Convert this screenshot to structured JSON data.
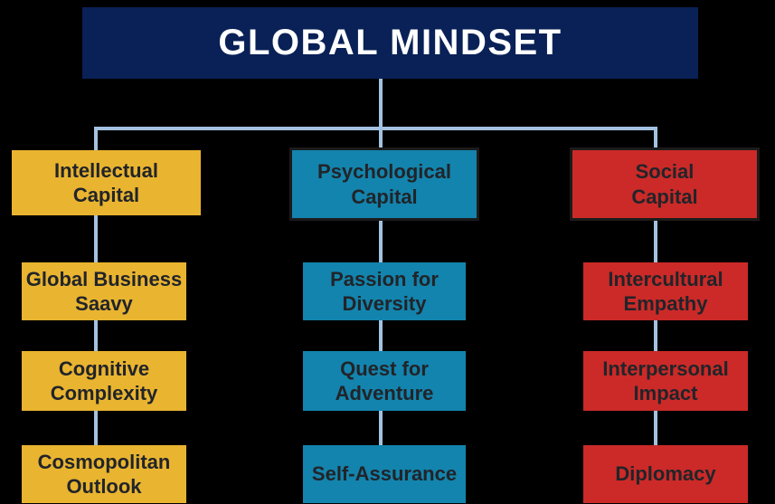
{
  "palette": {
    "background": "#000000",
    "banner_bg": "#092156",
    "banner_text": "#ffffff",
    "connector": "#a3c2e0",
    "node_text": "#212429",
    "header_border": "#1b1b1b",
    "yellow": "#e9b430",
    "teal": "#1384ad",
    "red": "#cb2a28"
  },
  "banner": {
    "title": "GLOBAL MINDSET"
  },
  "columns": [
    {
      "name": "Intellectual Capital",
      "fill": "#e9b430",
      "header": {
        "lines": [
          "Intellectual",
          "Capital"
        ]
      },
      "items": [
        {
          "lines": [
            "Global Business",
            "Saavy"
          ]
        },
        {
          "lines": [
            "Cognitive",
            "Complexity"
          ]
        },
        {
          "lines": [
            "Cosmopolitan",
            "Outlook"
          ]
        }
      ]
    },
    {
      "name": "Psychological Capital",
      "fill": "#1384ad",
      "header": {
        "lines": [
          "Psychological",
          "Capital"
        ]
      },
      "items": [
        {
          "lines": [
            "Passion for",
            "Diversity"
          ]
        },
        {
          "lines": [
            "Quest for",
            "Adventure"
          ]
        },
        {
          "lines": [
            "Self-Assurance"
          ]
        }
      ]
    },
    {
      "name": "Social Capital",
      "fill": "#cb2a28",
      "header": {
        "lines": [
          "Social",
          "Capital"
        ]
      },
      "items": [
        {
          "lines": [
            "Intercultural",
            "Empathy"
          ]
        },
        {
          "lines": [
            "Interpersonal",
            "Impact"
          ]
        },
        {
          "lines": [
            "Diplomacy"
          ]
        }
      ]
    }
  ]
}
